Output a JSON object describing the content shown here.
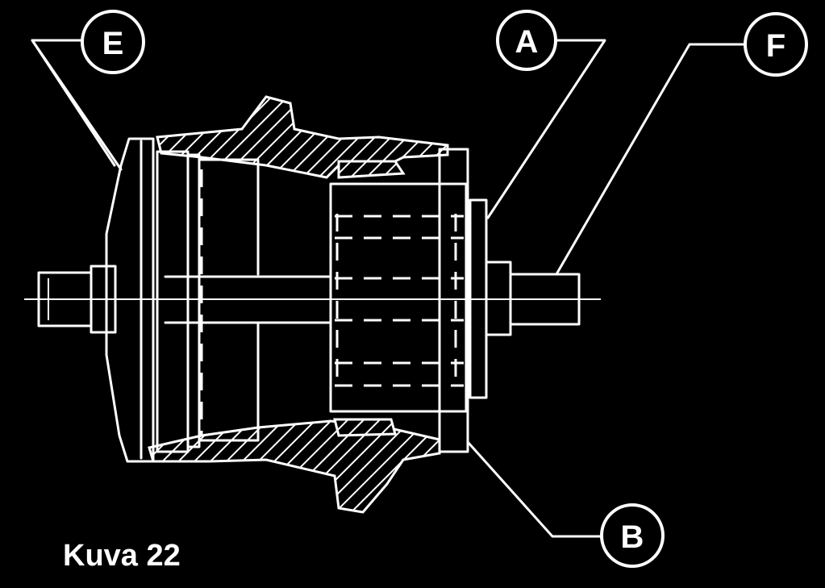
{
  "caption": "Kuva 22",
  "callouts": {
    "E": "E",
    "A": "A",
    "F": "F",
    "B": "B"
  },
  "colors": {
    "background": "#000000",
    "lines": "#ffffff"
  }
}
